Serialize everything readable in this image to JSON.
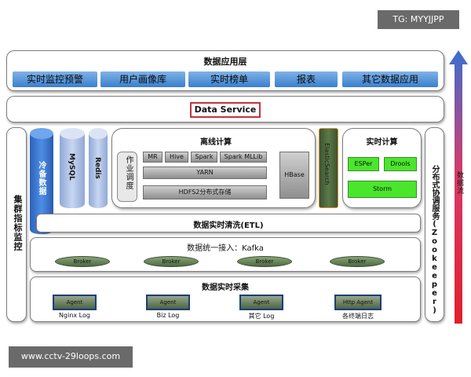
{
  "watermarks": {
    "top_right": "TG: MYYJJPP",
    "bottom_left": "www.cctv-29loops.com"
  },
  "app_layer": {
    "title": "数据应用层",
    "boxes": [
      "实时监控预警",
      "用户画像库",
      "实时榜单",
      "报表",
      "其它数据应用"
    ]
  },
  "data_service": "Data Service",
  "storage": {
    "cold": "冷备数据",
    "mysql": "MySQL",
    "redis": "Redis"
  },
  "offline": {
    "title": "离线计算",
    "scheduler": "作业调度",
    "engines": [
      "MR",
      "Hive",
      "Spark",
      "Spark MLLib"
    ],
    "yarn": "YARN",
    "hdfs": "HDFS2分布式存储",
    "hbase": "HBase"
  },
  "elasticsearch": "ElasticSearch",
  "realtime": {
    "title": "实时计算",
    "esper": "ESPer",
    "drools": "Drools",
    "storm": "Storm"
  },
  "etl": "数据实时清洗(ETL)",
  "kafka": {
    "title": "数据统一接入：Kafka",
    "brokers": [
      "Broker",
      "Broker",
      "Broker",
      "Broker"
    ]
  },
  "collection": {
    "title": "数据实时采集",
    "agents": [
      {
        "name": "Agent",
        "label": "Nginx Log"
      },
      {
        "name": "Agent",
        "label": "Biz Log"
      },
      {
        "name": "Agent",
        "label": "其它 Log"
      },
      {
        "name": "Http Agent",
        "label": "各终端日志"
      }
    ]
  },
  "left_label": "集群指标监控",
  "right_label": "分布式协调服务(Zookeeper)",
  "arrow_label": "数据流",
  "colors": {
    "app_blue": "#3a7fce",
    "red_outline": "#c8323c",
    "green": "#4ae62c",
    "arrow_red": "#e0202c",
    "arrow_blue": "#3a6fd0"
  }
}
